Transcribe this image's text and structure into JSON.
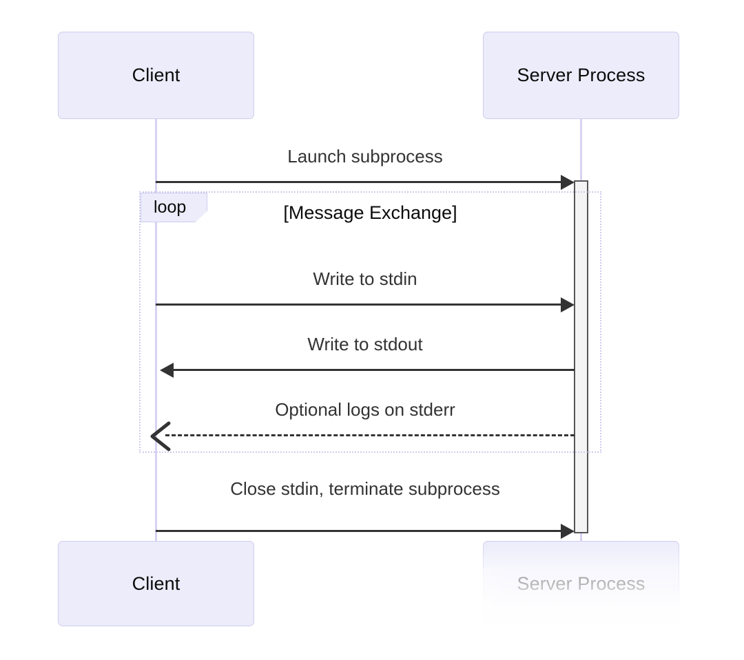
{
  "diagram": {
    "type": "sequence-diagram",
    "title": "",
    "background_color": "#ffffff",
    "participants": [
      {
        "id": "client",
        "label": "Client"
      },
      {
        "id": "server",
        "label": "Server Process"
      }
    ],
    "participants_bottom": [
      {
        "id": "client",
        "label": "Client"
      },
      {
        "id": "server",
        "label": "Server Process"
      }
    ],
    "fragment": {
      "kind_label": "loop",
      "title": "[Message Exchange]"
    },
    "messages": [
      {
        "index": 0,
        "label": "Launch subprocess",
        "from": "client",
        "to": "server",
        "style": "solid",
        "arrow": "filled"
      },
      {
        "index": 1,
        "label": "Write to stdin",
        "from": "client",
        "to": "server",
        "style": "solid",
        "arrow": "filled"
      },
      {
        "index": 2,
        "label": "Write to stdout",
        "from": "server",
        "to": "client",
        "style": "solid",
        "arrow": "filled"
      },
      {
        "index": 3,
        "label": "Optional logs on stderr",
        "from": "server",
        "to": "client",
        "style": "dashed",
        "arrow": "open"
      },
      {
        "index": 4,
        "label": "Close stdin, terminate subprocess",
        "from": "client",
        "to": "server",
        "style": "solid",
        "arrow": "filled"
      }
    ],
    "colors": {
      "actor_fill": "#ECECFB",
      "actor_border": "#CFCDEB",
      "lifeline": "#D8D2F2",
      "activation_fill": "#F4F4F4",
      "activation_border": "#555555",
      "message_line": "#333333",
      "frame_border": "#CFCBEC",
      "text": "#0b0b0b"
    }
  }
}
